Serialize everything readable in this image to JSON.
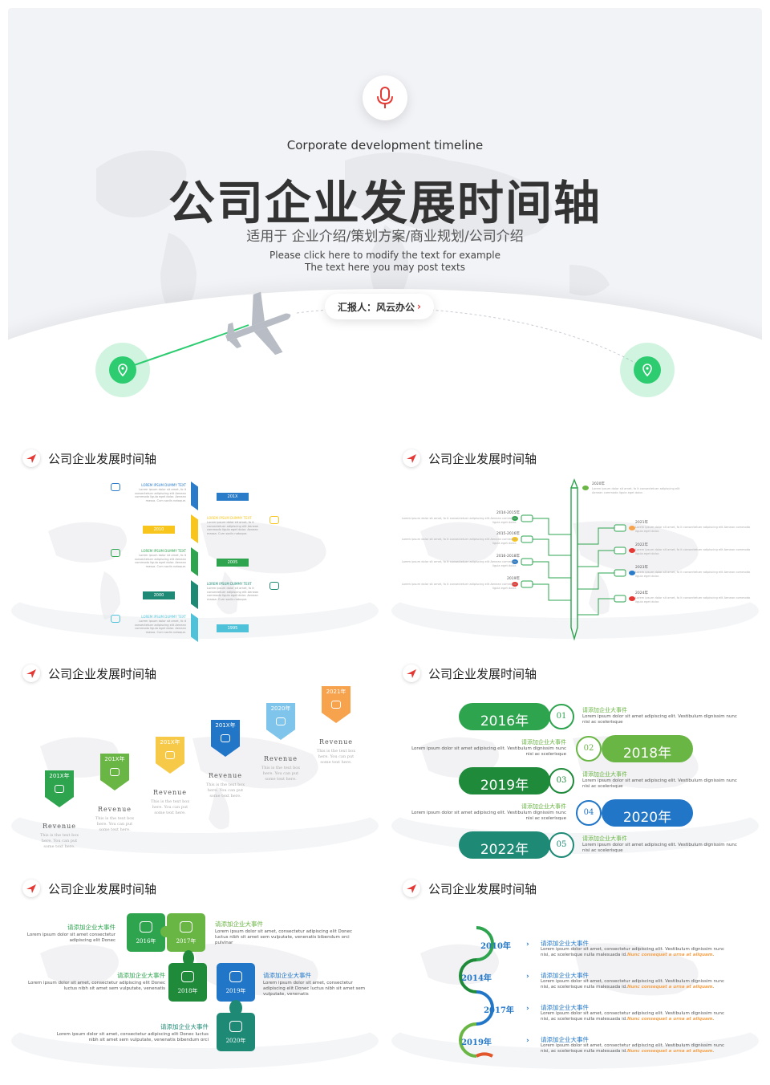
{
  "hero": {
    "subtitle": "Corporate development timeline",
    "title": "公司企业发展时间轴",
    "usage": "适用于 企业介绍/策划方案/商业规划/公司介绍",
    "desc_line1": "Please click here to modify the text for example",
    "desc_line2": "The text here you may post texts",
    "reporter": "汇报人：风云办公",
    "icons": {
      "mic": "microphone-icon",
      "plane": "airplane-icon",
      "pin": "location-pin-icon"
    }
  },
  "card_title": "公司企业发展时间轴",
  "slide1": {
    "heading": "LOREM IPSUM DUMMY TEXT",
    "body": "Lorem ipsum dolor sit amet, fo it consectetuer adipiscing elit Aenean commodo ligula eget dolor. Aenean massa. Cum sociis natoque.",
    "items": [
      {
        "year": "201X",
        "color": "#2a7bc8",
        "side": "right"
      },
      {
        "year": "2010",
        "color": "#f7c51c",
        "side": "left"
      },
      {
        "year": "2005",
        "color": "#2ea44f",
        "side": "right"
      },
      {
        "year": "2000",
        "color": "#1e8a76",
        "side": "left"
      },
      {
        "year": "1995",
        "color": "#4fc1d9",
        "side": "right"
      }
    ]
  },
  "slide2": {
    "body": "Lorem ipsum dolor sit amet, fo it consectetuer adipiscing elit Aenean commodo ligula eget dolor.",
    "left": [
      "2014-2015年",
      "2015-2016年",
      "2016-2018年",
      "2019年"
    ],
    "right": [
      "2020年",
      "2021年",
      "2022年",
      "2023年",
      "2024年"
    ]
  },
  "slide3": {
    "label": "Revenue",
    "text": "This is the text box here. You can put some text here.",
    "items": [
      {
        "year": "201X年",
        "color": "#2ea44f"
      },
      {
        "year": "201X年",
        "color": "#6ab645"
      },
      {
        "year": "201X年",
        "color": "#f7c948"
      },
      {
        "year": "201X年",
        "color": "#2176c7"
      },
      {
        "year": "2020年",
        "color": "#7fc4ea"
      },
      {
        "year": "2021年",
        "color": "#f7a24c"
      }
    ]
  },
  "slide4": {
    "event": "请添加企业大事件",
    "body": "Lorem ipsum dolor sit amet adipiscing elit. Vestibulum dignissim nunc nisi ac scelerisque",
    "items": [
      {
        "year": "2016年",
        "num": "01",
        "color": "#2ea44f"
      },
      {
        "year": "2018年",
        "num": "02",
        "color": "#6ab645"
      },
      {
        "year": "2019年",
        "num": "03",
        "color": "#1e8a3a"
      },
      {
        "year": "2020年",
        "num": "04",
        "color": "#2176c7"
      },
      {
        "year": "2022年",
        "num": "05",
        "color": "#1e8a76"
      }
    ]
  },
  "slide5": {
    "event": "请添加企业大事件",
    "body_a": "Lorem ipsum dolor sit amet consectetur adipiscing elit Donec",
    "body_b": "Lorem ipsum dolor sit amet, consectetur adipiscing elit Donec luctus nibh sit amet sem vulputate, venenatis bibendum orci pulvinar",
    "body_c": "Lorem ipsum dolor sit amet, consectetur adipiscing elit Donec luctus nibh sit amet sem vulputate, venenatis",
    "body_d": "Lorem ipsum dolor sit amet, consectetur adipiscing elit Donec luctus nibh sit amet sem vulputate, venenatis bibendum orci",
    "years": [
      "2016年",
      "2017年",
      "2018年",
      "2019年",
      "2020年"
    ]
  },
  "slide6": {
    "event": "请添加企业大事件",
    "body": "Lorem ipsum dolor sit amet, consectetur adipiscing elit. Vestibulum dignissim nunc nisi, ac scelerisque nulla malesuada id.",
    "highlight": "Nunc consequat a urna at aliquam.",
    "years": [
      "2010年",
      "2014年",
      "2017年",
      "2019年"
    ]
  }
}
